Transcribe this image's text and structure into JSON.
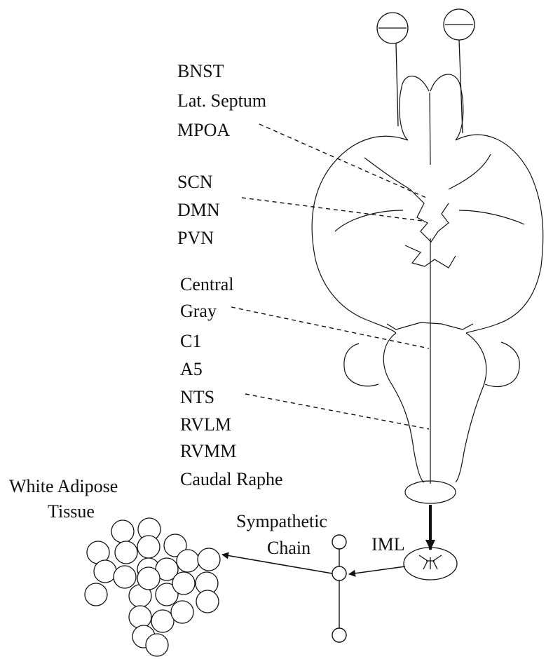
{
  "colors": {
    "stroke": "#111111",
    "background": "#ffffff"
  },
  "brain_region_groups": [
    {
      "labels": [
        "BNST",
        "Lat. Septum",
        "MPOA"
      ]
    },
    {
      "labels": [
        "SCN",
        "DMN",
        "PVN"
      ]
    },
    {
      "labels": [
        "Central",
        "Gray"
      ]
    },
    {
      "labels": [
        "C1",
        "A5",
        "NTS",
        "RVLM",
        "RVMM",
        "Caudal Raphe"
      ]
    }
  ],
  "spinal": {
    "label": "IML"
  },
  "chain": {
    "label_line1": "Sympathetic",
    "label_line2": "Chain"
  },
  "adipose": {
    "label_line1": "White Adipose",
    "label_line2": "Tissue"
  }
}
